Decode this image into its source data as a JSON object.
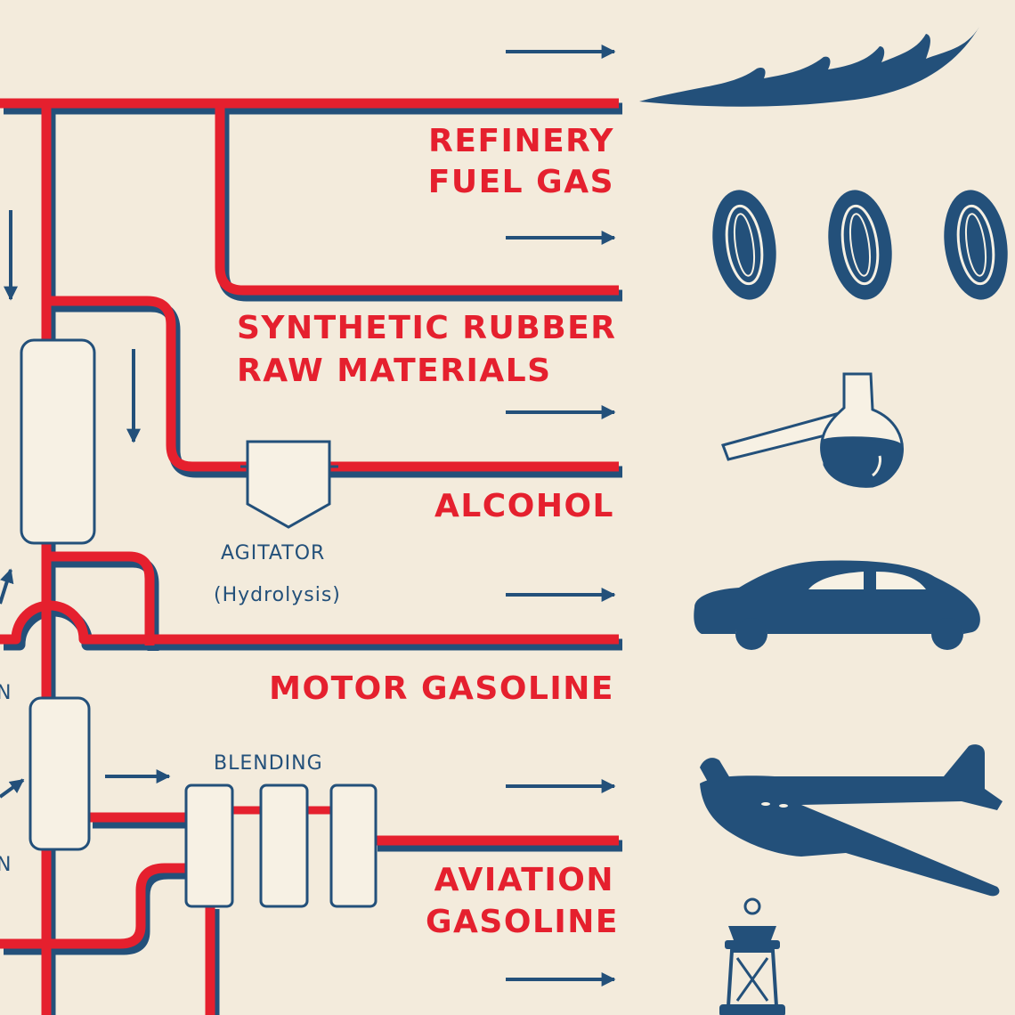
{
  "colors": {
    "background": "#f3ebdc",
    "pipe_red": "#e5202e",
    "ink_blue": "#23507a"
  },
  "products": [
    {
      "line1": "REFINERY",
      "line2": "FUEL GAS",
      "icon": "flame-icon"
    },
    {
      "line1": "SYNTHETIC RUBBER",
      "line2": "RAW MATERIALS",
      "icon": "tires-icon"
    },
    {
      "line1": "ALCOHOL",
      "icon": "flask-icon"
    },
    {
      "line1": "MOTOR GASOLINE",
      "icon": "car-icon"
    },
    {
      "line1": "AVIATION",
      "line2": "GASOLINE",
      "icon": "airplane-icon"
    },
    {
      "icon": "lantern-icon"
    }
  ],
  "units": {
    "agitator_label": "AGITATOR",
    "agitator_sub": "(Hydrolysis)",
    "blending_label": "BLENDING"
  },
  "edge_fragments": {
    "n1": "N",
    "n2": "N"
  }
}
